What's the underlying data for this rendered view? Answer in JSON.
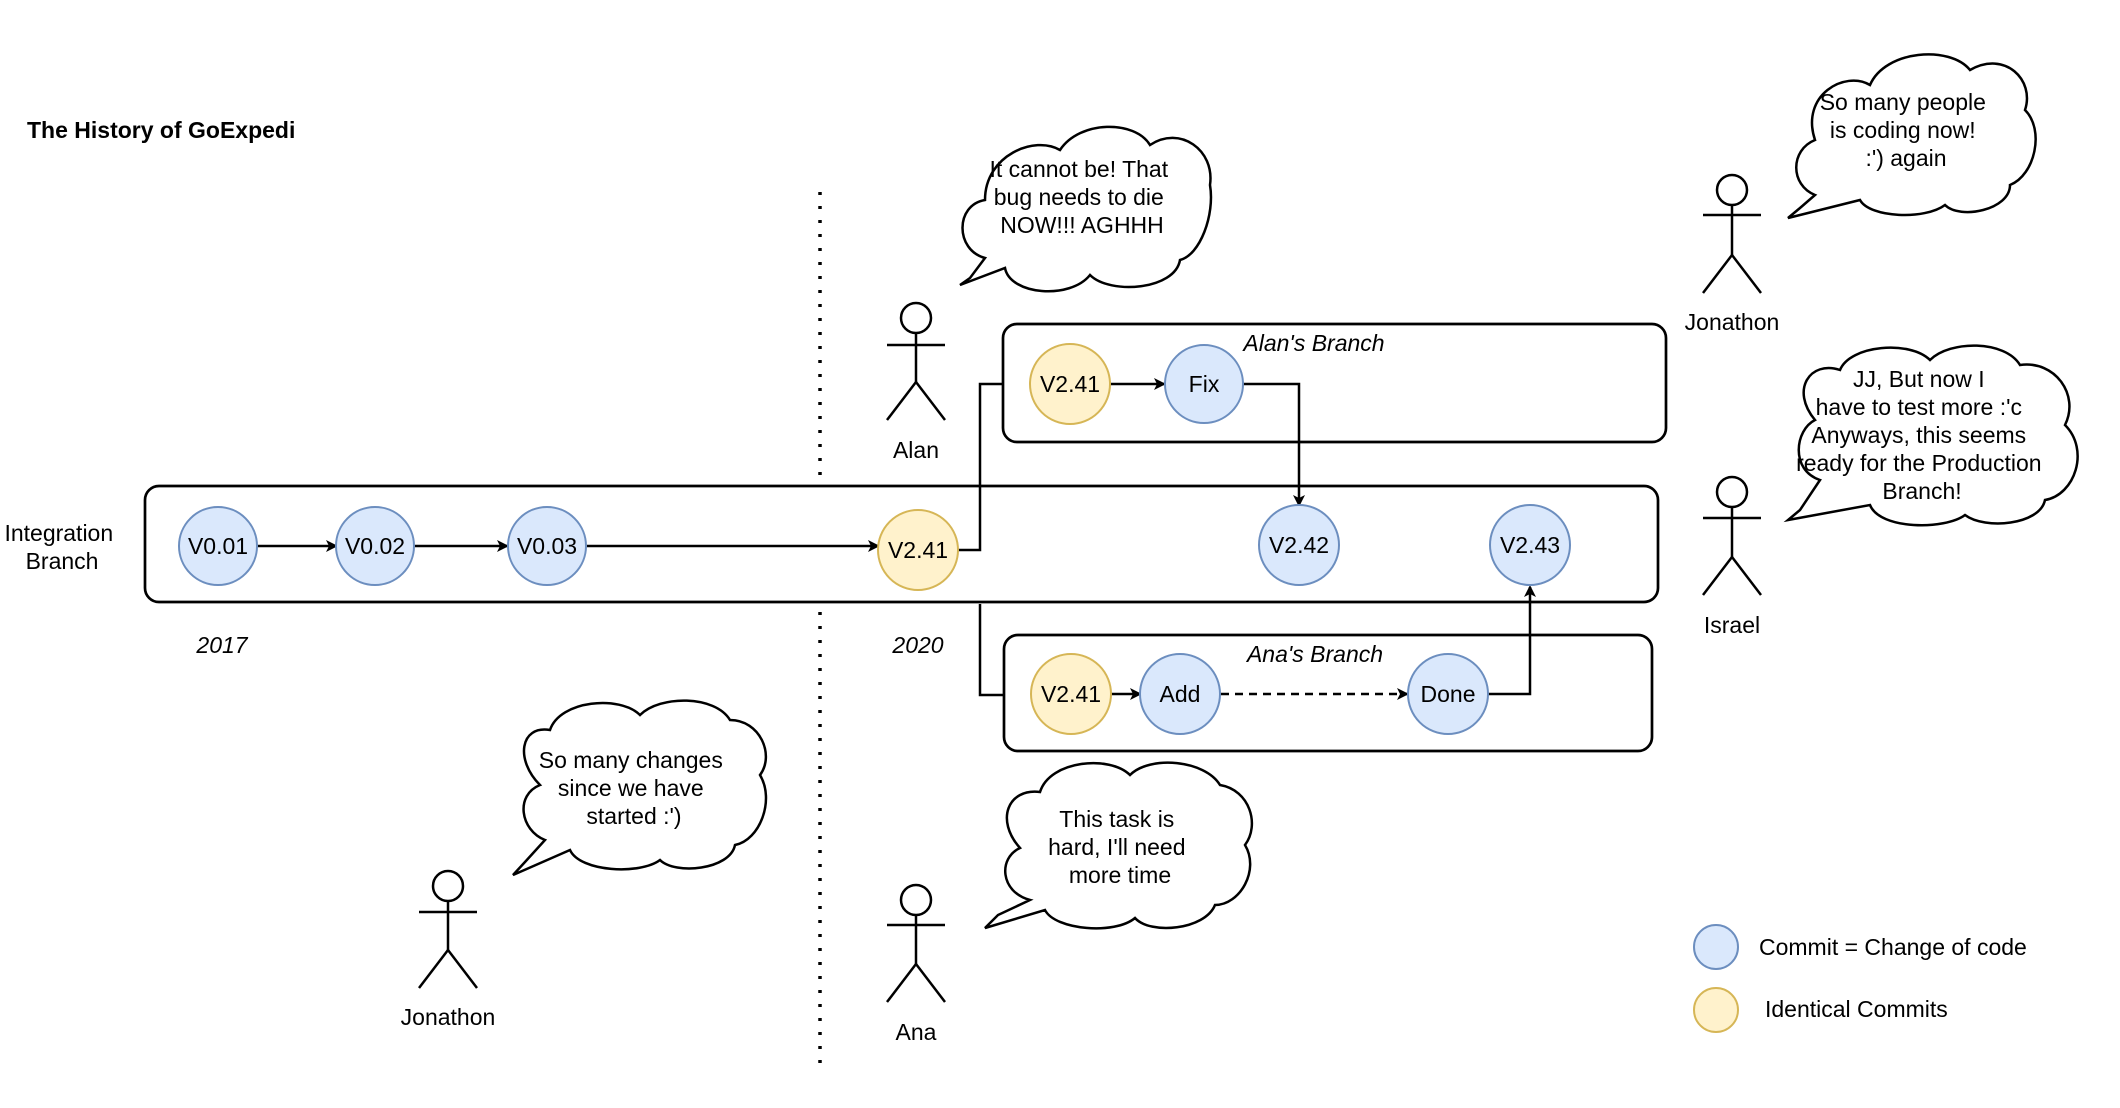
{
  "title": "The History of GoExpedi",
  "integration_label": [
    "Integration",
    "Branch"
  ],
  "year_2017": "2017",
  "year_2020": "2020",
  "alan_branch_title": "Alan's Branch",
  "ana_branch_title": "Ana's Branch",
  "colors": {
    "commit_fill": "#dae8fc",
    "commit_stroke": "#6c8ebf",
    "identical_fill": "#fff2cc",
    "identical_stroke": "#d6b656"
  },
  "commits": {
    "v001": "V0.01",
    "v002": "V0.02",
    "v003": "V0.03",
    "v241_int": "V2.41",
    "v242": "V2.42",
    "v243": "V2.43",
    "v241_alan": "V2.41",
    "fix": "Fix",
    "v241_ana": "V2.41",
    "add": "Add",
    "done": "Done"
  },
  "actors": {
    "alan": "Alan",
    "ana": "Ana",
    "jonathon_top": "Jonathon",
    "israel": "Israel",
    "jonathon_bottom": "Jonathon"
  },
  "bubbles": {
    "alan": [
      "It cannot be! That",
      "bug needs to die",
      "NOW!!! AGHHH"
    ],
    "jonathon_top": [
      "So many people",
      "is coding now!",
      ":') again"
    ],
    "israel": [
      "JJ, But now I",
      "have to test more :'c",
      "Anyways, this seems",
      "ready for the Production",
      "Branch!"
    ],
    "jonathon_bottom": [
      "So many changes",
      "since we have",
      "started :')"
    ],
    "ana": [
      "This task is",
      "hard, I'll need",
      "more time"
    ]
  },
  "legend": {
    "commit": "Commit = Change of code",
    "identical": "Identical Commits"
  }
}
